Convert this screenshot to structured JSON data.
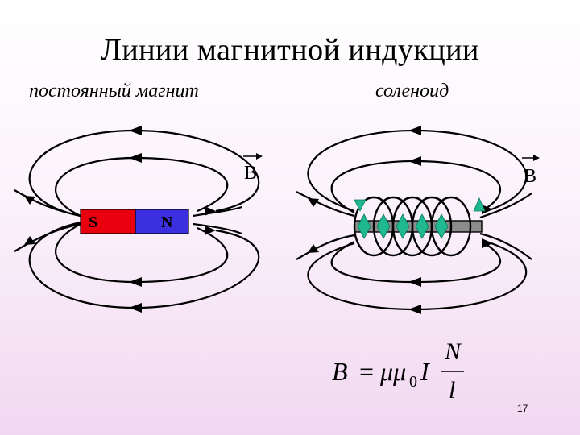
{
  "slide": {
    "title": "Линии магнитной индукции",
    "left_caption": "постоянный магнит",
    "right_caption": "соленоид",
    "page_number": "17"
  },
  "magnet": {
    "south_label": "S",
    "north_label": "N",
    "south_color": "#e8000f",
    "north_color": "#3b2fe0"
  },
  "vector_label": "B",
  "formula": {
    "lhs": "B",
    "equals": "=",
    "mu": "μμ",
    "subscript": "0",
    "current": "I",
    "numerator": "N",
    "denominator": "l"
  },
  "colors": {
    "field_lines": "#000000",
    "solenoid_current_arrows": "#1fb890",
    "core": "#8c8c8c"
  }
}
